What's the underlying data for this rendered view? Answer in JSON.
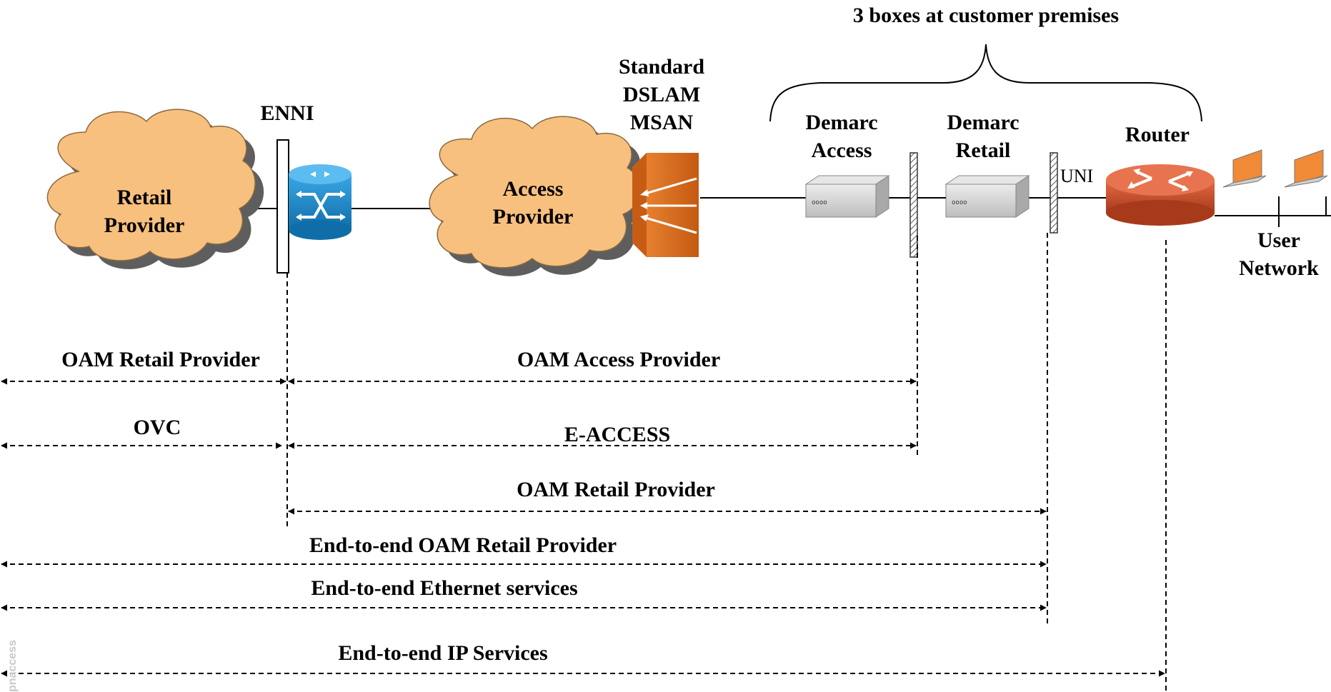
{
  "header": {
    "premises_label": "3 boxes at customer premises"
  },
  "nodes": {
    "retail_provider": [
      "Retail",
      "Provider"
    ],
    "enni": "ENNI",
    "access_provider": [
      "Access",
      "Provider"
    ],
    "dslam": [
      "Standard",
      "DSLAM",
      "MSAN"
    ],
    "demarc_access": [
      "Demarc",
      "Access"
    ],
    "demarc_retail": [
      "Demarc",
      "Retail"
    ],
    "uni": "UNI",
    "router": "Router",
    "user_network": [
      "User",
      "Network"
    ],
    "box_ports": "oooo"
  },
  "spans": {
    "oam_retail_left": "OAM Retail Provider",
    "oam_access": "OAM Access Provider",
    "ovc": "OVC",
    "e_access": "E-ACCESS",
    "oam_retail_mid": "OAM Retail Provider",
    "e2e_oam": "End-to-end OAM Retail Provider",
    "e2e_ethernet": "End-to-end Ethernet services",
    "e2e_ip": "End-to-end IP Services"
  },
  "watermark": "pnaccess",
  "colors": {
    "cloud_fill": "#f8c07e",
    "cloud_shadow": "#5e5e5e",
    "switch_blue": "#1d8fd0",
    "dslam_orange": "#e0731f",
    "router_red": "#c94b2a",
    "box_gray": "#d2d2d2"
  },
  "icons": {
    "switch": "cisco-switch-icon",
    "dslam": "dslam-icon",
    "router": "router-icon",
    "laptop": "laptop-icon"
  }
}
